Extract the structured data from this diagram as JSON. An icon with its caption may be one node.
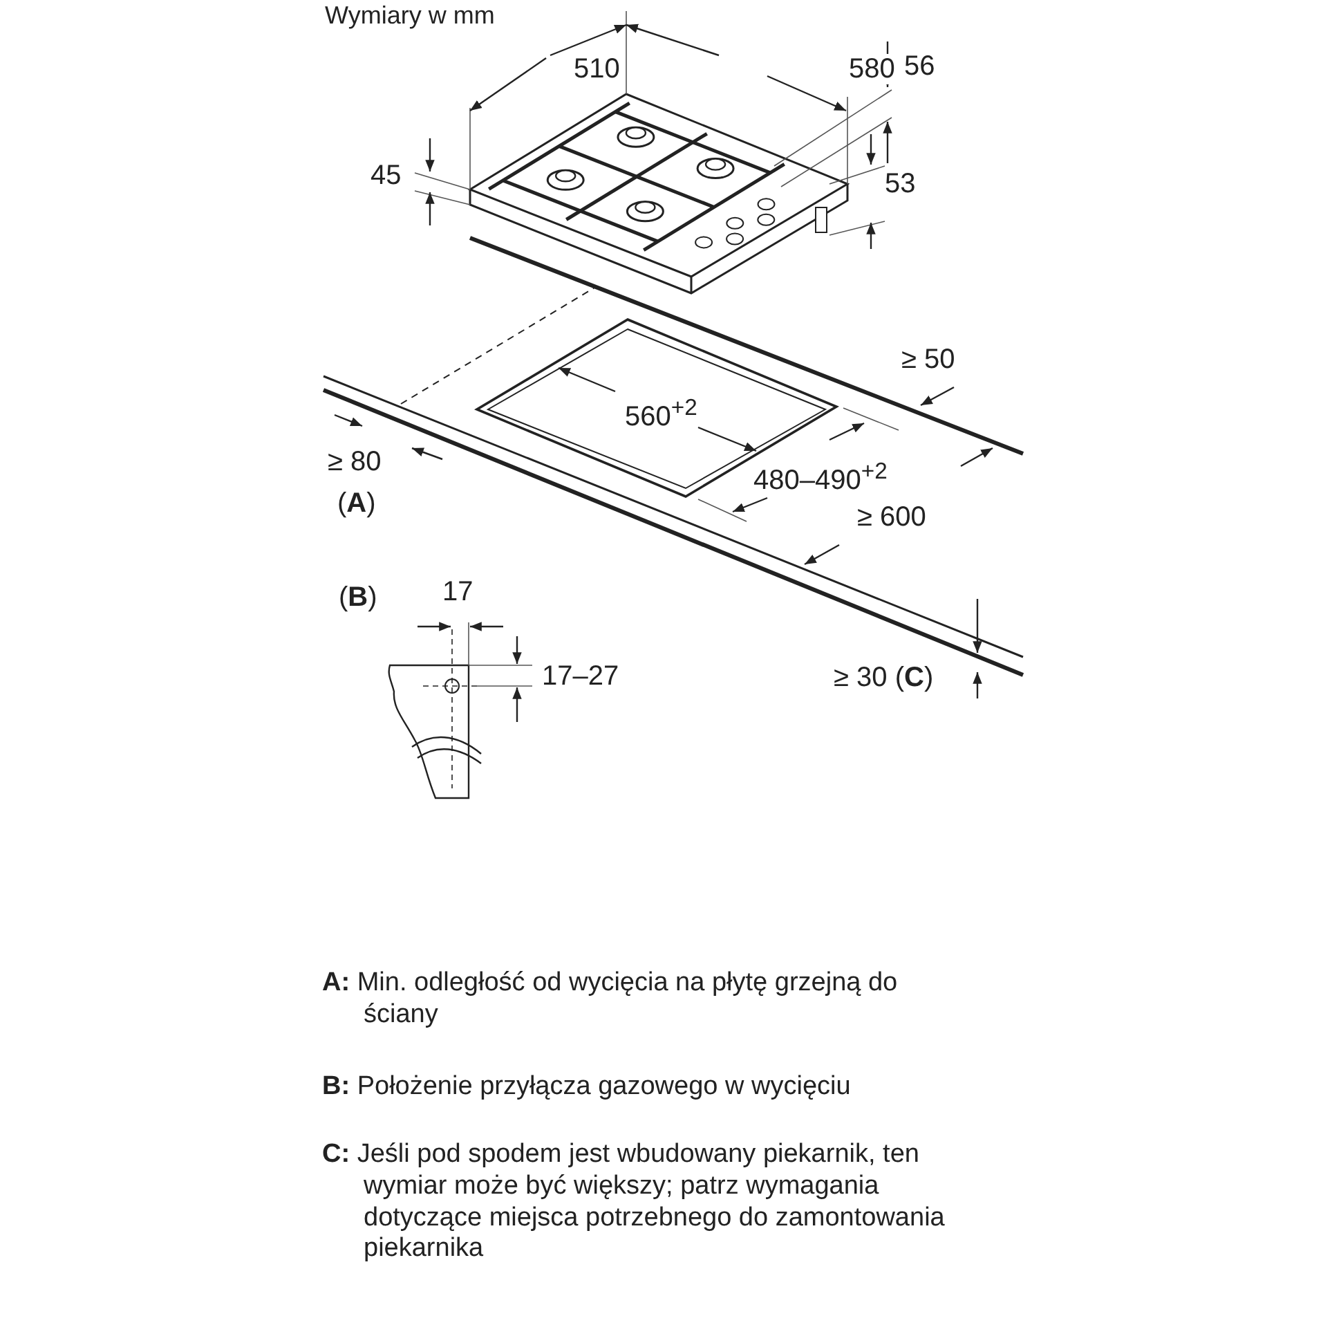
{
  "diagram": {
    "title": "Wymiary w mm",
    "labels": [
      "510",
      "580",
      "56",
      "45",
      "53",
      "≥ 50",
      "560$^{+2}$",
      "≥ 80",
      "(**A**)",
      "480–490$^{+2}$",
      "≥ 600",
      "(**B**)",
      "17",
      "17–27",
      "≥ 30 (**C**)",
      "**A:** Min. odległość od wycięcia na płytę grzejną do ściany",
      "**B:** Położenie przyłącza gazowego w wycięciu",
      "**C:** Jeśli pod spodem jest wbudowany piekarnik, ten wymiar może być większy; patrz wymagania dotyczące miejsca potrzebnego do zamontowania piekarnika"
    ]
  }
}
